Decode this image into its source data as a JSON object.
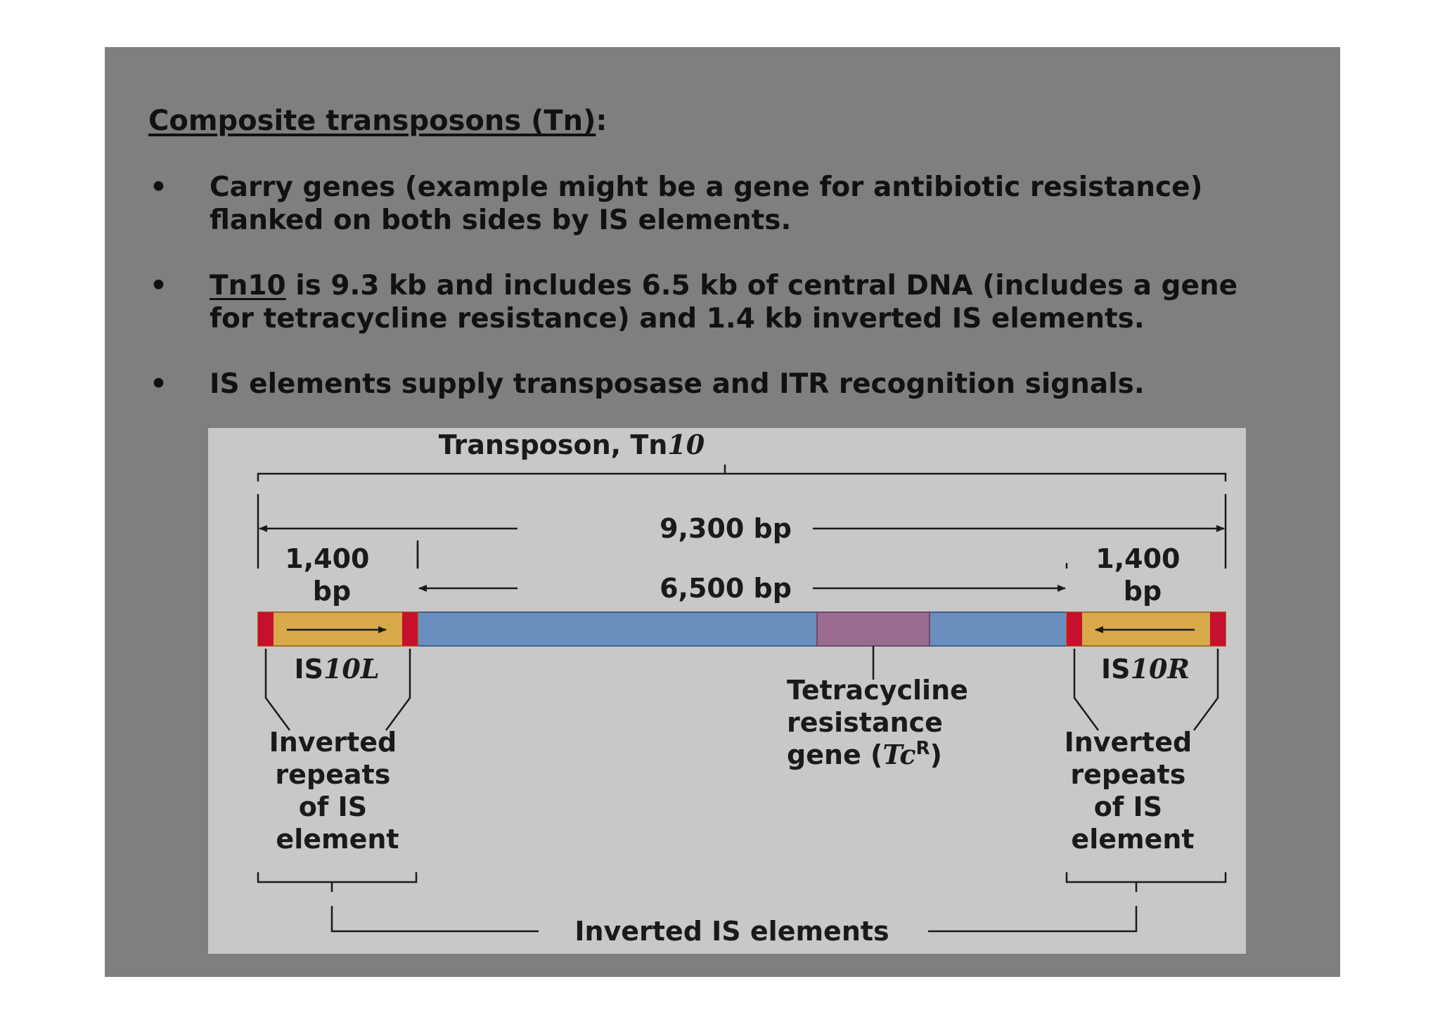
{
  "slide": {
    "title": "Composite transposons (Tn)",
    "title_suffix": ":",
    "bullets": [
      {
        "marker": "•",
        "line1": "Carry genes (example might be a gene for antibiotic resistance)",
        "line2": "flanked on both sides by IS elements."
      },
      {
        "marker": "•",
        "underlined": "Tn10",
        "line1_rest": " is 9.3 kb and includes 6.5 kb of central DNA (includes a gene",
        "line2": "for tetracycline resistance) and 1.4 kb inverted IS elements."
      },
      {
        "marker": "•",
        "line1": "IS elements supply transposase and ITR recognition signals."
      }
    ]
  },
  "figure": {
    "title_prefix": "Transposon, Tn",
    "title_italic": "10",
    "total_length": "9,300 bp",
    "central_length": "6,500 bp",
    "left_is": {
      "length_line1": "1,400",
      "length_line2": "bp",
      "name_prefix": "IS",
      "name_italic": "10L",
      "repeats": [
        "Inverted",
        "repeats",
        "of IS",
        "element"
      ]
    },
    "right_is": {
      "length_line1": "1,400",
      "length_line2": "bp",
      "name_prefix": "IS",
      "name_italic": "10R",
      "repeats": [
        "Inverted",
        "repeats",
        "of IS",
        "element"
      ]
    },
    "gene": {
      "line1": "Tetracycline",
      "line2": "resistance",
      "line3_prefix": "gene (",
      "line3_italic": "Tc",
      "line3_sup": "R",
      "line3_suffix": ")"
    },
    "bottom_label": "Inverted IS elements",
    "colors": {
      "background": "#c8c8c8",
      "is_element": "#d8a94a",
      "inverted_repeat": "#c8102e",
      "central_dna": "#6a8fbf",
      "tet_gene": "#9b6a92",
      "line": "#1a1a1a"
    }
  }
}
